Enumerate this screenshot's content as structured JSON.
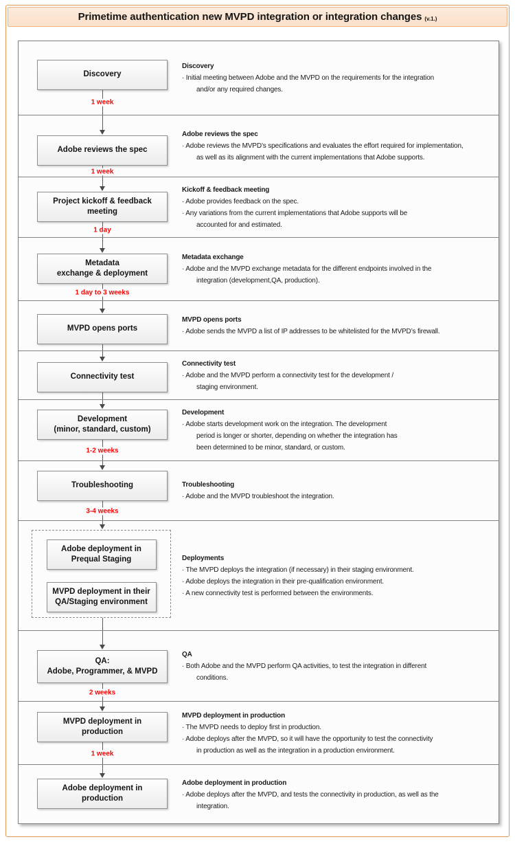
{
  "title": "Primetime authentication new MVPD integration or integration changes",
  "version": "(v.1.)",
  "colors": {
    "frame_border": "#DD9A57",
    "banner_bg": "#FBE2CD",
    "banner_border": "#EFB183",
    "duration_red": "#FF0000",
    "connector_gray": "#5a5a5a"
  },
  "sections": [
    {
      "id": "discovery",
      "boxes": [
        {
          "lines": [
            "Discovery"
          ]
        }
      ],
      "duration": "1 week",
      "description": {
        "title": "Discovery",
        "lines": [
          {
            "text": "· Initial meeting between Adobe and the MVPD on the requirements for the integration",
            "indent": false
          },
          {
            "text": "and/or any required changes.",
            "indent": true
          }
        ]
      }
    },
    {
      "id": "spec-review",
      "boxes": [
        {
          "lines": [
            "Adobe reviews the spec"
          ]
        }
      ],
      "duration": "1 week",
      "description": {
        "title": "Adobe reviews the spec",
        "lines": [
          {
            "text": "· Adobe reviews the MVPD’s specifications and evaluates the effort required for implementation,",
            "indent": false
          },
          {
            "text": "as well as its alignment with the current implementations that Adobe supports.",
            "indent": true
          }
        ]
      }
    },
    {
      "id": "kickoff",
      "boxes": [
        {
          "lines": [
            "Project kickoff & feedback",
            "meeting"
          ]
        }
      ],
      "duration": "1 day",
      "description": {
        "title": "Kickoff & feedback meeting",
        "lines": [
          {
            "text": "· Adobe provides feedback on the spec.",
            "indent": false
          },
          {
            "text": "· Any variations from the current implementations that Adobe supports will be",
            "indent": false
          },
          {
            "text": "accounted for and estimated.",
            "indent": true
          }
        ]
      }
    },
    {
      "id": "metadata-exchange",
      "boxes": [
        {
          "lines": [
            "Metadata",
            "exchange & deployment"
          ]
        }
      ],
      "duration": "1 day to 3 weeks",
      "description": {
        "title": "Metadata exchange",
        "lines": [
          {
            "text": "· Adobe and the MVPD exchange metadata for the different endpoints involved in the",
            "indent": false
          },
          {
            "text": "integration (development,QA, production).",
            "indent": true
          }
        ]
      }
    },
    {
      "id": "open-ports",
      "boxes": [
        {
          "lines": [
            "MVPD opens ports"
          ]
        }
      ],
      "duration": null,
      "description": {
        "title": "MVPD opens ports",
        "lines": [
          {
            "text": "· Adobe sends the MVPD a list of IP addresses to be whitelisted for the MVPD’s firewall.",
            "indent": false
          }
        ]
      }
    },
    {
      "id": "connectivity-test",
      "boxes": [
        {
          "lines": [
            "Connectivity test"
          ]
        }
      ],
      "duration": null,
      "description": {
        "title": "Connectivity test",
        "lines": [
          {
            "text": "· Adobe and the MVPD perform a connectivity test for the development /",
            "indent": false
          },
          {
            "text": "staging environment.",
            "indent": true
          }
        ]
      }
    },
    {
      "id": "development",
      "boxes": [
        {
          "lines": [
            "Development",
            "(minor, standard, custom)"
          ]
        }
      ],
      "duration": "1-2 weeks",
      "description": {
        "title": "Development",
        "lines": [
          {
            "text": "· Adobe starts development work on the integration. The development",
            "indent": false
          },
          {
            "text": "period is longer or shorter, depending on whether the integration has",
            "indent": true
          },
          {
            "text": "been determined to be minor, standard, or custom.",
            "indent": true
          }
        ]
      }
    },
    {
      "id": "troubleshooting",
      "boxes": [
        {
          "lines": [
            "Troubleshooting"
          ]
        }
      ],
      "duration": "3-4 weeks",
      "description": {
        "title": "Troubleshooting",
        "lines": [
          {
            "text": "· Adobe and the MVPD troubleshoot the integration.",
            "indent": false
          }
        ]
      }
    },
    {
      "id": "deployments",
      "group": true,
      "boxes": [
        {
          "lines": [
            "Adobe deployment in",
            "Prequal Staging"
          ]
        },
        {
          "lines": [
            "MVPD deployment in their",
            "QA/Staging environment"
          ]
        }
      ],
      "duration": null,
      "description": {
        "title": "Deployments",
        "lines": [
          {
            "text": "· The MVPD deploys the integration (if necessary) in their staging environment.",
            "indent": false
          },
          {
            "text": "· Adobe deploys the integration in their pre-qualification environment.",
            "indent": false
          },
          {
            "text": "· A new connectivity test is performed between the environments.",
            "indent": false
          }
        ]
      }
    },
    {
      "id": "qa",
      "boxes": [
        {
          "lines": [
            "QA:",
            "Adobe, Programmer, & MVPD"
          ]
        }
      ],
      "duration": "2 weeks",
      "description": {
        "title": "QA",
        "lines": [
          {
            "text": "· Both Adobe and the MVPD perform QA activities, to test the integration in different",
            "indent": false
          },
          {
            "text": "conditions.",
            "indent": true
          }
        ]
      }
    },
    {
      "id": "mvpd-production",
      "boxes": [
        {
          "lines": [
            "MVPD deployment in production"
          ]
        }
      ],
      "duration": "1 week",
      "description": {
        "title": "MVPD deployment in production",
        "lines": [
          {
            "text": "· The MVPD needs to deploy first in production.",
            "indent": false
          },
          {
            "text": "· Adobe deploys after the MVPD, so it will have the opportunity to test the connectivity",
            "indent": false
          },
          {
            "text": "in production as well as the integration in a production environment.",
            "indent": true
          }
        ]
      }
    },
    {
      "id": "adobe-production",
      "boxes": [
        {
          "lines": [
            "Adobe deployment in production"
          ]
        }
      ],
      "duration": null,
      "description": {
        "title": "Adobe deployment in production",
        "lines": [
          {
            "text": "· Adobe deploys after the MVPD, and tests the connectivity in production, as well as the",
            "indent": false
          },
          {
            "text": "integration.",
            "indent": true
          }
        ]
      }
    }
  ]
}
